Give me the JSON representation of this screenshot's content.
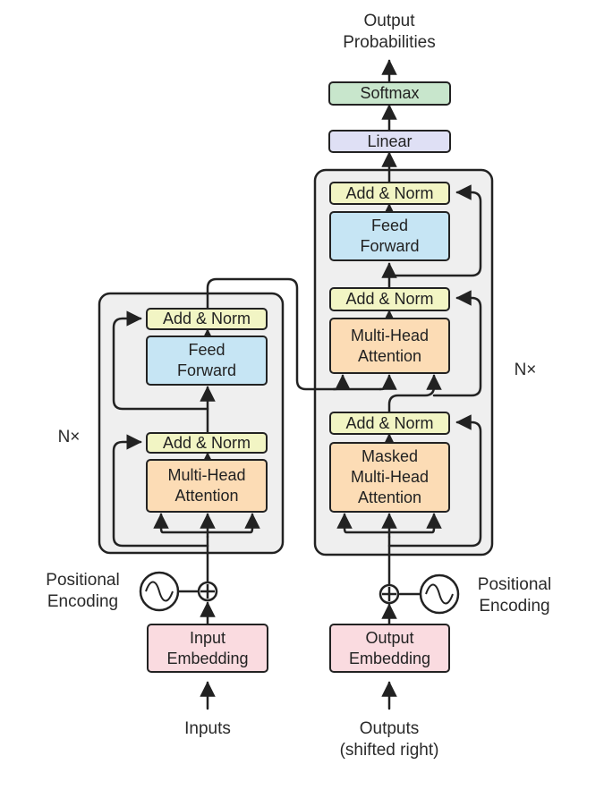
{
  "title": {
    "line1": "Output",
    "line2": "Probabilities"
  },
  "encoder": {
    "repeat_label": "N×",
    "add_norm_top": "Add & Norm",
    "feed_forward": [
      "Feed",
      "Forward"
    ],
    "add_norm_bottom": "Add & Norm",
    "multi_head_attention": [
      "Multi-Head",
      "Attention"
    ],
    "positional_encoding": [
      "Positional",
      "Encoding"
    ],
    "input_embedding": [
      "Input",
      "Embedding"
    ],
    "inputs_label": "Inputs"
  },
  "decoder": {
    "repeat_label": "N×",
    "softmax": "Softmax",
    "linear": "Linear",
    "add_norm_top": "Add & Norm",
    "feed_forward": [
      "Feed",
      "Forward"
    ],
    "add_norm_middle": "Add & Norm",
    "multi_head_attention": [
      "Multi-Head",
      "Attention"
    ],
    "add_norm_bottom": "Add & Norm",
    "masked_multi_head_attention": [
      "Masked",
      "Multi-Head",
      "Attention"
    ],
    "positional_encoding": [
      "Positional",
      "Encoding"
    ],
    "output_embedding": [
      "Output",
      "Embedding"
    ],
    "outputs_label": [
      "Outputs",
      "(shifted right)"
    ]
  },
  "colors": {
    "add_norm": "#f2f5c4",
    "feed_forward": "#c6e5f4",
    "attention": "#fcdcb5",
    "embedding": "#fadbe0",
    "linear": "#dfe0f5",
    "softmax": "#c8e6cc",
    "block_background": "#efefef",
    "stroke": "#222222"
  }
}
